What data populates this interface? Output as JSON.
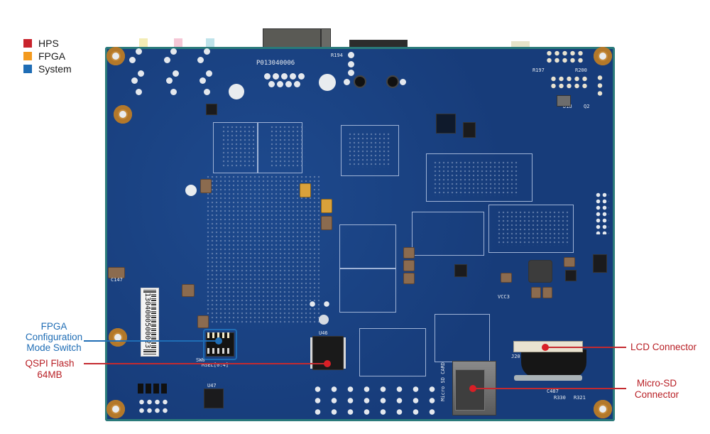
{
  "legend": {
    "items": [
      {
        "label": "HPS",
        "color": "#c8232c"
      },
      {
        "label": "FPGA",
        "color": "#f39a1e"
      },
      {
        "label": "System",
        "color": "#1f6db5"
      }
    ]
  },
  "board": {
    "part_number": "P013040006",
    "barcode": "1304000500023",
    "silkscreen": {
      "msel": "MSEL[0:4]",
      "sw": "SW8",
      "u46": "U46",
      "u47": "U47",
      "j20": "J20",
      "microsd_card": "Micro SD CARD",
      "r194": "R194",
      "r197": "R197",
      "r200": "R200",
      "d18": "D18",
      "q2": "Q2",
      "vcc3": "VCC3",
      "c147": "C147",
      "c487": "C487",
      "r330": "R330",
      "r321": "R321"
    }
  },
  "annotations": {
    "fpga_config_switch": {
      "label_line1": "FPGA",
      "label_line2": "Configuration",
      "label_line3": "Mode Switch",
      "color": "#1f6db5"
    },
    "qspi_flash": {
      "label_line1": "QSPI Flash",
      "label_line2": "64MB",
      "color": "#b81f25"
    },
    "lcd_connector": {
      "label": "LCD Connector",
      "color": "#b81f25"
    },
    "microsd_connector": {
      "label_line1": "Micro-SD",
      "label_line2": "Connector",
      "color": "#b81f25"
    }
  }
}
